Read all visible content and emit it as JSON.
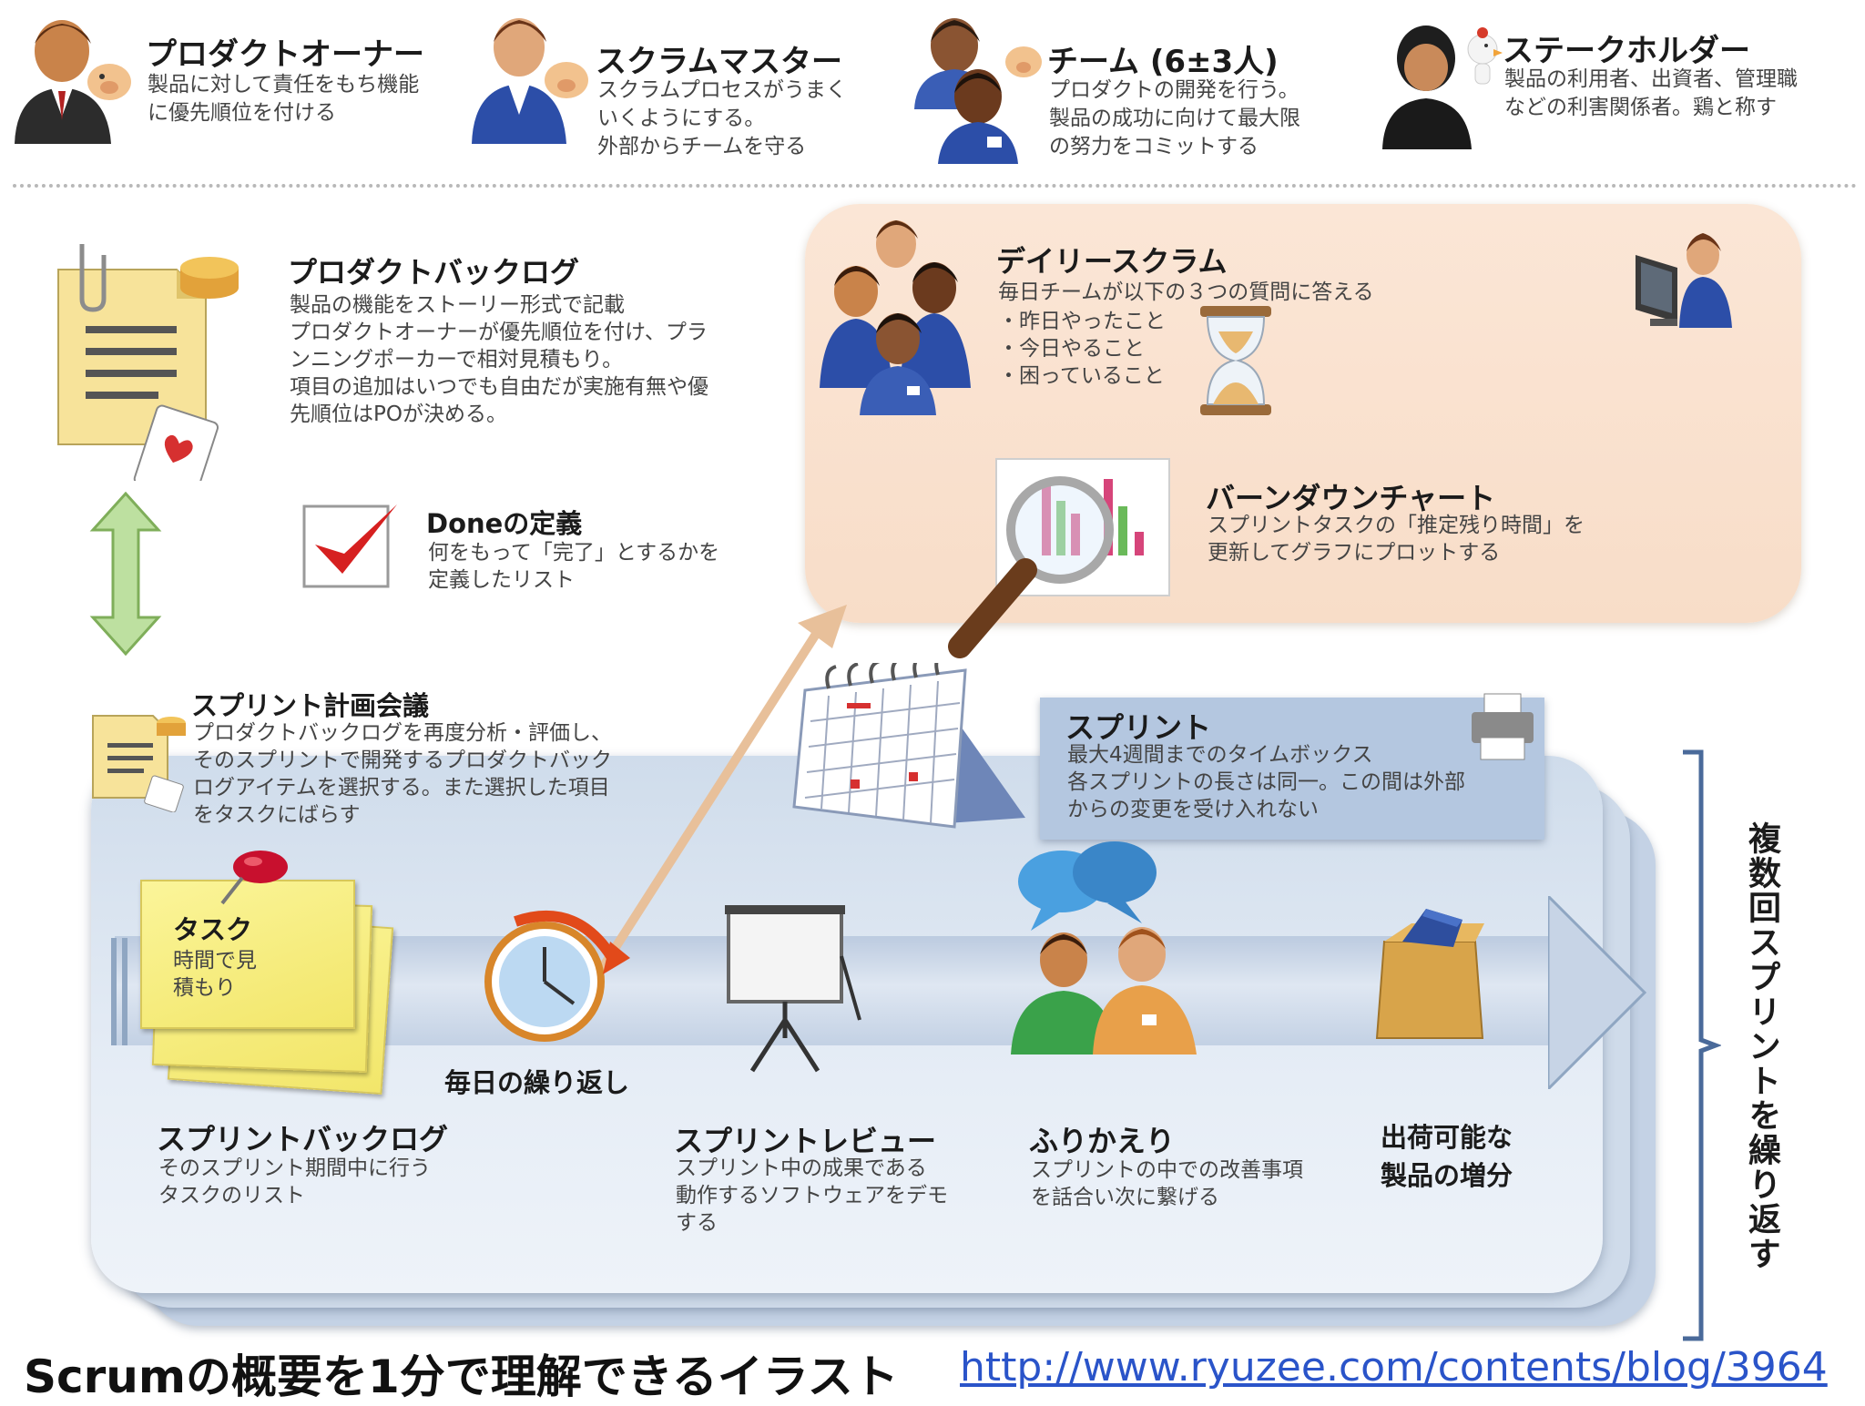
{
  "roles": [
    {
      "title": "プロダクトオーナー",
      "desc": "製品に対して責任をもち機能\nに優先順位を付ける"
    },
    {
      "title": "スクラムマスター",
      "desc": "スクラムプロセスがうまく\nいくようにする。\n外部からチームを守る"
    },
    {
      "title": "チーム (6±3人)",
      "desc": "プロダクトの開発を行う。\n製品の成功に向けて最大限\nの努力をコミットする"
    },
    {
      "title": "ステークホルダー",
      "desc": "製品の利用者、出資者、管理職\nなどの利害関係者。鶏と称す"
    }
  ],
  "product_backlog": {
    "title": "プロダクトバックログ",
    "desc": "製品の機能をストーリー形式で記載\nプロダクトオーナーが優先順位を付け、プラ\nンニングポーカーで相対見積もり。\n項目の追加はいつでも自由だが実施有無や優\n先順位はPOが決める。"
  },
  "done": {
    "title": "Doneの定義",
    "desc": "何をもって「完了」とするかを\n定義したリスト"
  },
  "daily_scrum": {
    "title": "デイリースクラム",
    "desc": "毎日チームが以下の３つの質問に答える",
    "items": [
      "・昨日やったこと",
      "・今日やること",
      "・困っていること"
    ]
  },
  "burndown": {
    "title": "バーンダウンチャート",
    "desc": "スプリントタスクの「推定残り時間」を\n更新してグラフにプロットする"
  },
  "sprint_planning": {
    "title": "スプリント計画会議",
    "desc": "プロダクトバックログを再度分析・評価し、\nそのスプリントで開発するプロダクトバック\nログアイテムを選択する。また選択した項目\nをタスクにばらす"
  },
  "sprint": {
    "title": "スプリント",
    "desc": "最大4週間までのタイムボックス\n各スプリントの長さは同一。この間は外部\nからの変更を受け入れない"
  },
  "task": {
    "title": "タスク",
    "desc": "時間で見\n積もり"
  },
  "daily_repeat": "毎日の繰り返し",
  "sprint_backlog": {
    "title": "スプリントバックログ",
    "desc": "そのスプリント期間中に行う\nタスクのリスト"
  },
  "sprint_review": {
    "title": "スプリントレビュー",
    "desc": "スプリント中の成果である\n動作するソフトウェアをデモ\nする"
  },
  "retrospective": {
    "title": "ふりかえり",
    "desc": "スプリントの中での改善事項\nを話合い次に繋げる"
  },
  "increment": "出荷可能な\n製品の増分",
  "repeat_label": "複数回スプリントを繰り返す",
  "footer": {
    "title": "Scrumの概要を1分で理解できるイラスト",
    "link": "http://www.ryuzee.com/contents/blog/3964"
  },
  "icons": [
    "person-pig-icon",
    "person-pig-icon",
    "team-pig-icon",
    "person-chicken-icon",
    "document-coins-icon",
    "checkbox-icon",
    "team-icon",
    "hourglass-icon",
    "computer-user-icon",
    "magnifier-chart-icon",
    "calendar-icon",
    "printer-icon",
    "document-coins-small-icon",
    "sticky-notes-icon",
    "clock-icon",
    "projector-screen-icon",
    "conversation-icon",
    "shopping-bag-icon",
    "double-arrow-icon"
  ],
  "colors": {
    "daily_panel": "#f8ddc8",
    "sprint_panel": "#d7e2ef",
    "sprint_note": "#b4c7e0",
    "link": "#2a54c9",
    "done_check": "#d62020"
  }
}
